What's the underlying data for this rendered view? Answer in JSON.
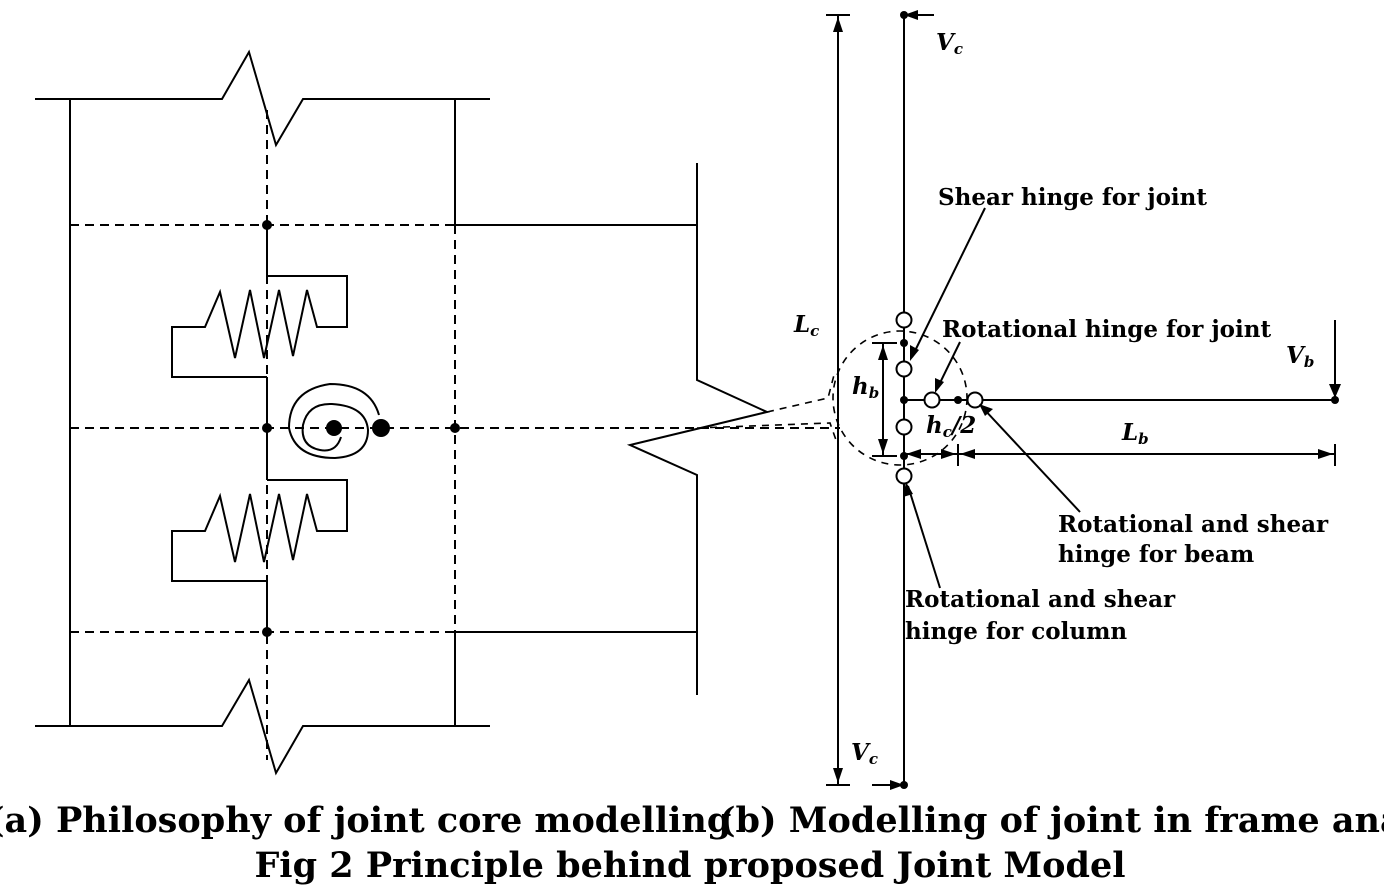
{
  "labels": {
    "shear_hinge_joint": "Shear hinge for joint",
    "rot_hinge_joint": "Rotational hinge for joint",
    "rot_shear_beam_1": "Rotational and shear",
    "rot_shear_beam_2": "hinge for beam",
    "rot_shear_col_1": "Rotational and shear",
    "rot_shear_col_2": "hinge for column",
    "Vc": "V",
    "Vc_sub": "c",
    "Vb": "V",
    "Vb_sub": "b",
    "Lc": "L",
    "Lc_sub": "c",
    "Lb": "L",
    "Lb_sub": "b",
    "hb": "h",
    "hb_sub": "b",
    "hc": "h",
    "hc_sub": "c",
    "hc_tail": "/2"
  },
  "captions": {
    "a": "(a) Philosophy of joint core modelling",
    "b": "(b) Modelling of joint in frame analysis",
    "fig": "Fig 2 Principle behind proposed Joint Model"
  }
}
